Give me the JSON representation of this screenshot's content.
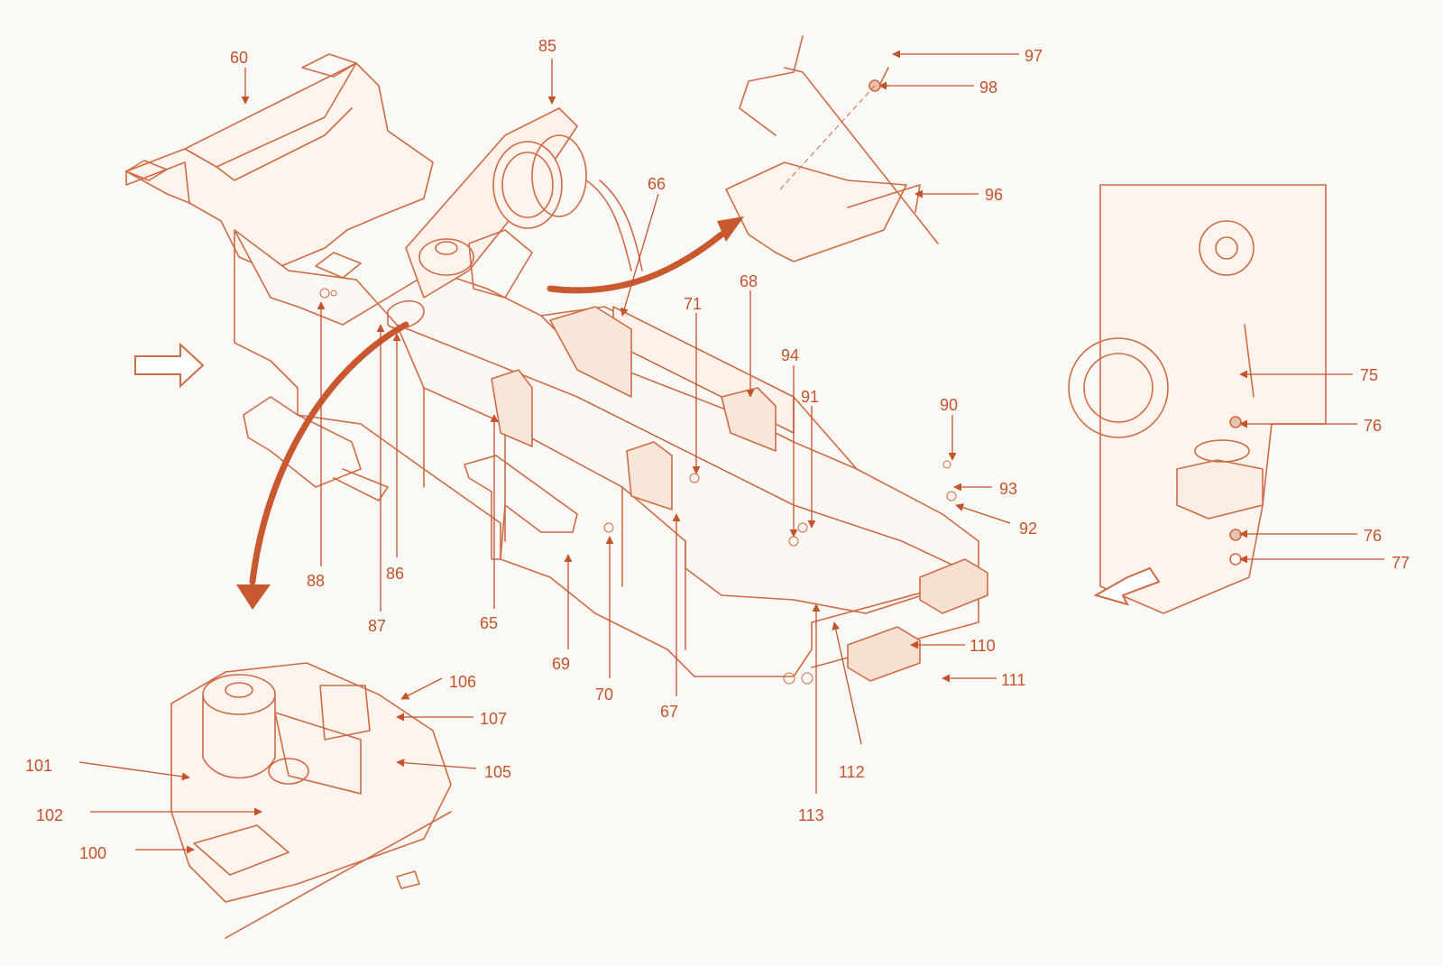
{
  "colors": {
    "ink": "#cf6b45",
    "label": "#c5532b",
    "background": "#fbf9f6"
  },
  "callouts": {
    "c60": "60",
    "c85": "85",
    "c97": "97",
    "c98": "98",
    "c96": "96",
    "c66": "66",
    "c68": "68",
    "c71": "71",
    "c94": "94",
    "c91": "91",
    "c90": "90",
    "c93": "93",
    "c92": "92",
    "c88": "88",
    "c86": "86",
    "c87": "87",
    "c65": "65",
    "c69": "69",
    "c70": "70",
    "c67": "67",
    "c110": "110",
    "c111": "111",
    "c112": "112",
    "c113": "113",
    "c75": "75",
    "c76a": "76",
    "c76b": "76",
    "c77": "77",
    "c106": "106",
    "c107": "107",
    "c105": "105",
    "c101": "101",
    "c102": "102",
    "c100": "100"
  }
}
